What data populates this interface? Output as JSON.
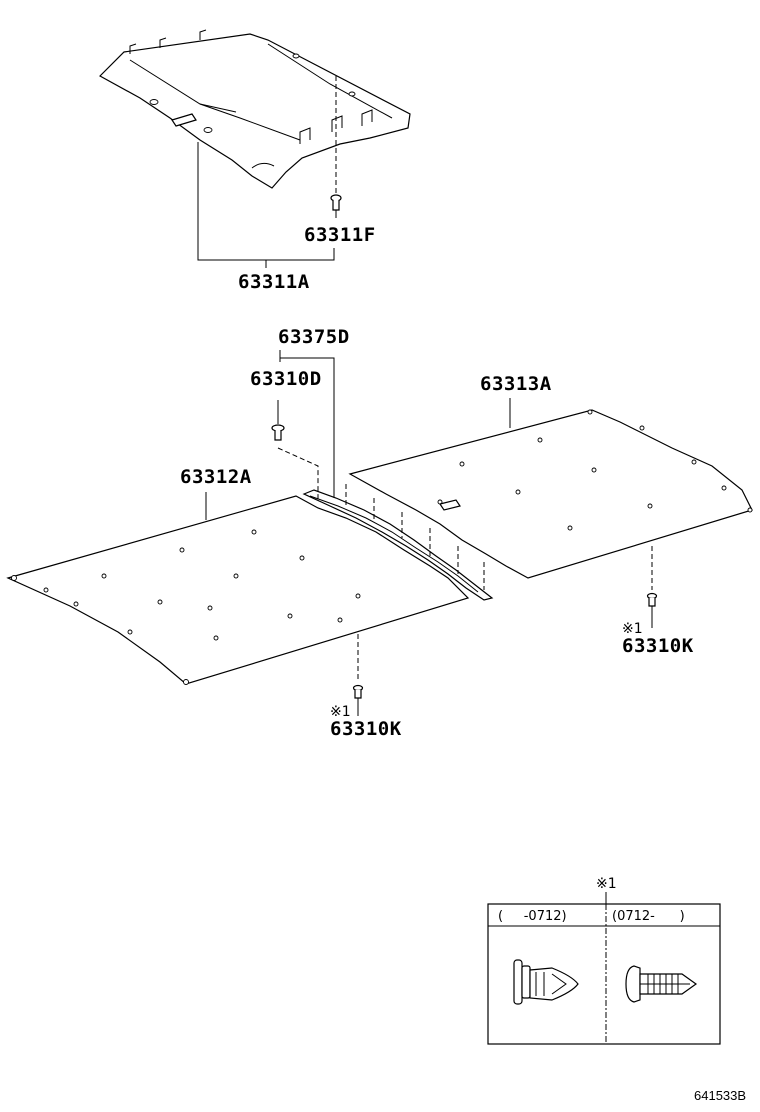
{
  "parts": {
    "headliner_assy": "63311A",
    "headliner_clip": "63311F",
    "rail_label": "63375D",
    "rail_clip": "63310D",
    "front_panel": "63312A",
    "rear_panel": "63313A",
    "clip_right": "63310K",
    "clip_left": "63310K"
  },
  "notes": {
    "mark_right": "※1",
    "mark_left": "※1",
    "inset_mark": "※1"
  },
  "inset": {
    "col1_header": "(     -0712)",
    "col2_header": "(0712-      )"
  },
  "figure_id": "641533B"
}
